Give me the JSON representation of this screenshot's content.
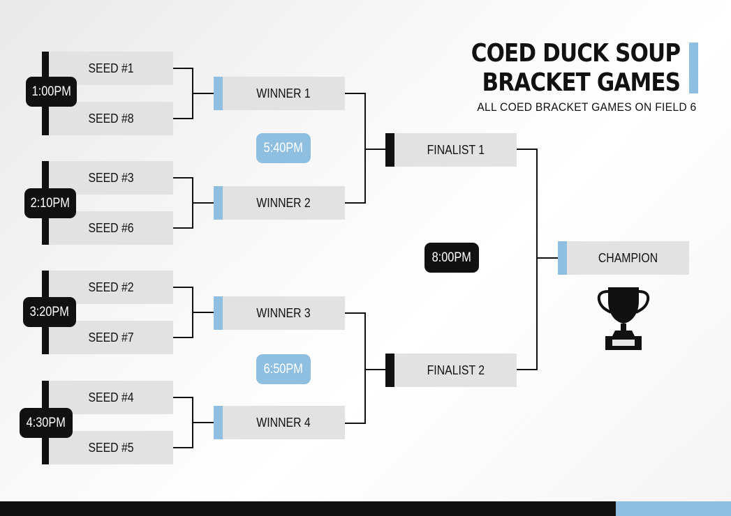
{
  "header": {
    "title_line1": "COED DUCK SOUP",
    "title_line2": "BRACKET GAMES",
    "subtitle": "ALL  COED BRACKET GAMES ON FIELD 6"
  },
  "round1": {
    "games": [
      {
        "time": "1:00PM",
        "top": "SEED #1",
        "bottom": "SEED #8"
      },
      {
        "time": "2:10PM",
        "top": "SEED #3",
        "bottom": "SEED #6"
      },
      {
        "time": "3:20PM",
        "top": "SEED #2",
        "bottom": "SEED #7"
      },
      {
        "time": "4:30PM",
        "top": "SEED #4",
        "bottom": "SEED #5"
      }
    ]
  },
  "round2": {
    "winners": [
      "WINNER 1",
      "WINNER 2",
      "WINNER 3",
      "WINNER 4"
    ],
    "times": [
      "5:40PM",
      "6:50PM"
    ]
  },
  "finals": {
    "finalists": [
      "FINALIST 1",
      "FINALIST 2"
    ],
    "time": "8:00PM",
    "champion": "CHAMPION"
  },
  "icons": {
    "trophy": "trophy-icon"
  },
  "colors": {
    "accent_blue": "#8fbfe0",
    "dark": "#111111",
    "box_gray": "#e2e2e3"
  }
}
